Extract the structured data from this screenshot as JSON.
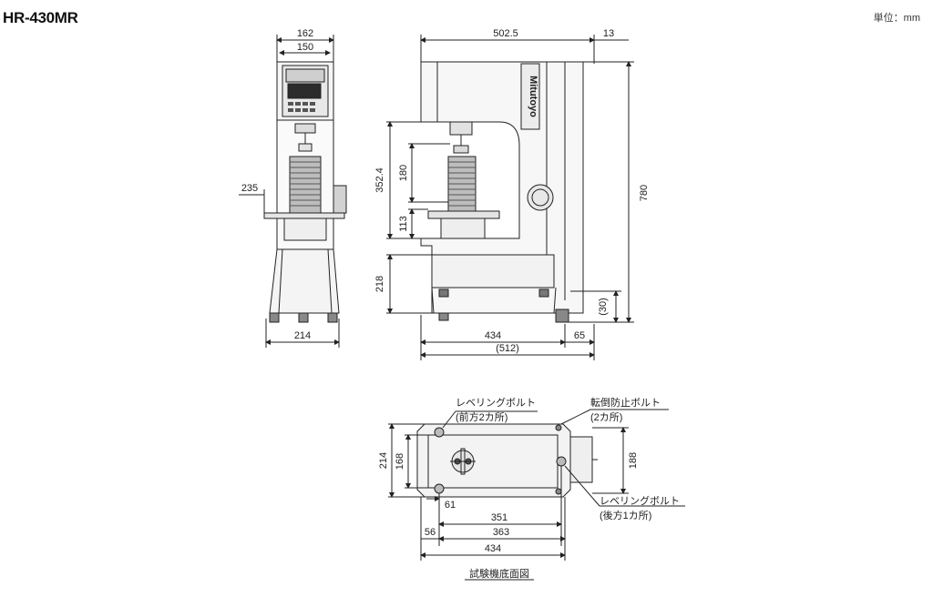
{
  "title": "HR-430MR",
  "unit_label": "単位：mm",
  "brand": "Mitutoyo",
  "front_view": {
    "dims": {
      "top_width": "162",
      "inner_width": "150",
      "side_offset": "235",
      "base_width": "214"
    }
  },
  "side_view": {
    "dims": {
      "total_depth": "502.5",
      "knob_depth": "13",
      "total_height": "780",
      "throat_height": "352.4",
      "test_height": "180",
      "lower_height": "113",
      "base_height": "218",
      "foot_height": "(30)",
      "base_depth": "434",
      "rear_offset": "65",
      "overall_depth": "(512)"
    }
  },
  "bottom_view": {
    "caption": "試験機底面図",
    "labels": {
      "front_leveling_bolt": "レベリングボルト",
      "front_leveling_bolt_note": "(前方2カ所)",
      "anti_tip_bolt": "転倒防止ボルト",
      "anti_tip_bolt_note": "(2カ所)",
      "rear_leveling_bolt": "レベリングボルト",
      "rear_leveling_bolt_note": "(後方1カ所)"
    },
    "dims": {
      "width_outer": "214",
      "width_inner": "168",
      "side_width": "188",
      "offset_small": "61",
      "span_1": "351",
      "span_2": "363",
      "left_offset": "56",
      "length": "434"
    }
  }
}
